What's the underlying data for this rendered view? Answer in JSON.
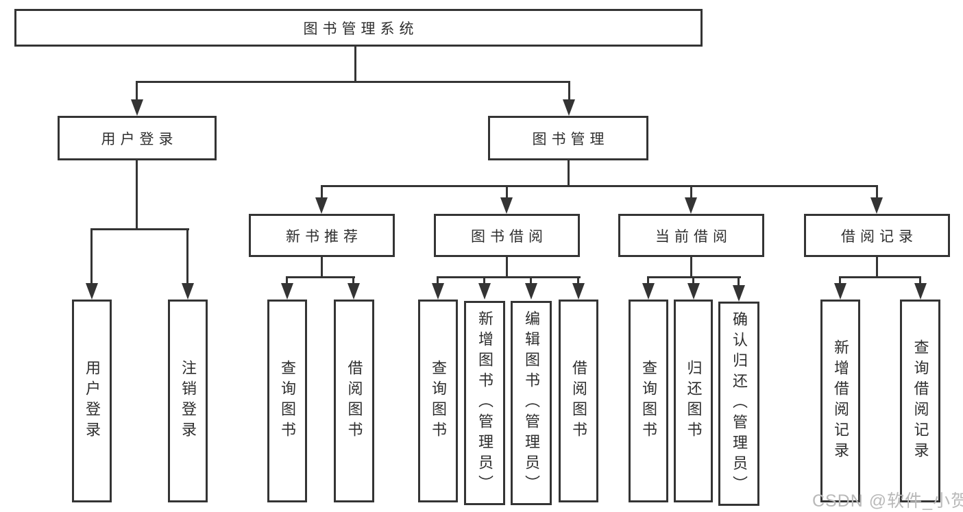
{
  "tree": {
    "label": "图书管理系统",
    "children": [
      {
        "label": "用户登录",
        "children": [
          {
            "label": "用户登录"
          },
          {
            "label": "注销登录"
          }
        ]
      },
      {
        "label": "图书管理",
        "children": [
          {
            "label": "新书推荐",
            "children": [
              {
                "label": "查询图书"
              },
              {
                "label": "借阅图书"
              }
            ]
          },
          {
            "label": "图书借阅",
            "children": [
              {
                "label": "查询图书"
              },
              {
                "label": "新增图书（管理员）"
              },
              {
                "label": "编辑图书（管理员）"
              },
              {
                "label": "借阅图书"
              }
            ]
          },
          {
            "label": "当前借阅",
            "children": [
              {
                "label": "查询图书"
              },
              {
                "label": "归还图书"
              },
              {
                "label": "确认归还（管理员）"
              }
            ]
          },
          {
            "label": "借阅记录",
            "children": [
              {
                "label": "新增借阅记录"
              },
              {
                "label": "查询借阅记录"
              }
            ]
          }
        ]
      }
    ]
  },
  "watermark": "CSDN @软件_小贺同学",
  "colors": {
    "line": "#343434",
    "text": "#2e2e2e",
    "background": "#ffffff",
    "watermark": "#b9b9b9"
  }
}
